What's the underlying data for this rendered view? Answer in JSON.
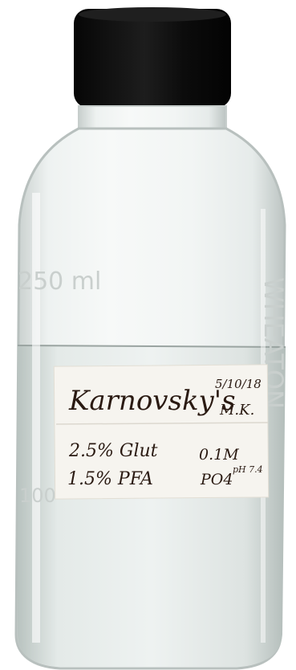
{
  "bottle": {
    "engraving": {
      "volume": "250 ml",
      "brand": "WHEATON",
      "mark_100": "100"
    },
    "label": {
      "name": "Karnovsky's",
      "date": "5/10/18",
      "initials": "M.K.",
      "glut": "2.5% Glut",
      "pfa": "1.5% PFA",
      "conc": "0.1M",
      "buffer": "PO4",
      "ph": "pH 7.4"
    }
  }
}
